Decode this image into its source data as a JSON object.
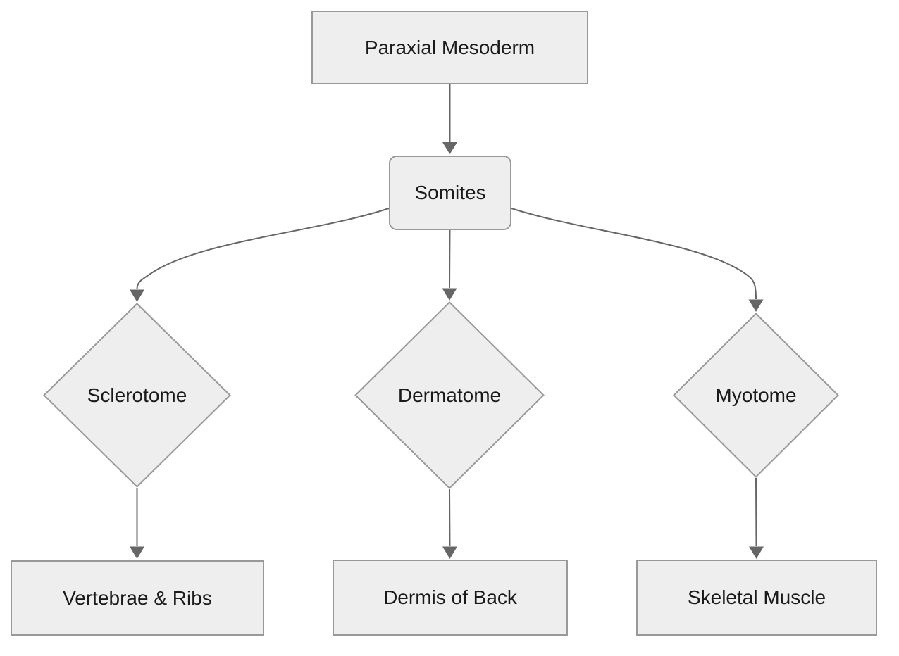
{
  "diagram": {
    "type": "flowchart",
    "direction": "top-down",
    "colors": {
      "background": "#ffffff",
      "node_fill": "#eeeeee",
      "node_border": "#999999",
      "edge": "#666666",
      "text": "#1a1a1a"
    },
    "nodes": [
      {
        "id": "paraxial-mesoderm",
        "label": "Paraxial Mesoderm",
        "shape": "rectangle"
      },
      {
        "id": "somites",
        "label": "Somites",
        "shape": "rounded-rectangle"
      },
      {
        "id": "sclerotome",
        "label": "Sclerotome",
        "shape": "diamond"
      },
      {
        "id": "dermatome",
        "label": "Dermatome",
        "shape": "diamond"
      },
      {
        "id": "myotome",
        "label": "Myotome",
        "shape": "diamond"
      },
      {
        "id": "vertebrae-ribs",
        "label": "Vertebrae & Ribs",
        "shape": "rectangle"
      },
      {
        "id": "dermis-of-back",
        "label": "Dermis of Back",
        "shape": "rectangle"
      },
      {
        "id": "skeletal-muscle",
        "label": "Skeletal Muscle",
        "shape": "rectangle"
      }
    ],
    "edges": [
      {
        "from": "paraxial-mesoderm",
        "to": "somites",
        "style": "arrow"
      },
      {
        "from": "somites",
        "to": "sclerotome",
        "style": "arrow"
      },
      {
        "from": "somites",
        "to": "dermatome",
        "style": "arrow"
      },
      {
        "from": "somites",
        "to": "myotome",
        "style": "arrow"
      },
      {
        "from": "sclerotome",
        "to": "vertebrae-ribs",
        "style": "arrow"
      },
      {
        "from": "dermatome",
        "to": "dermis-of-back",
        "style": "arrow"
      },
      {
        "from": "myotome",
        "to": "skeletal-muscle",
        "style": "arrow"
      }
    ]
  }
}
